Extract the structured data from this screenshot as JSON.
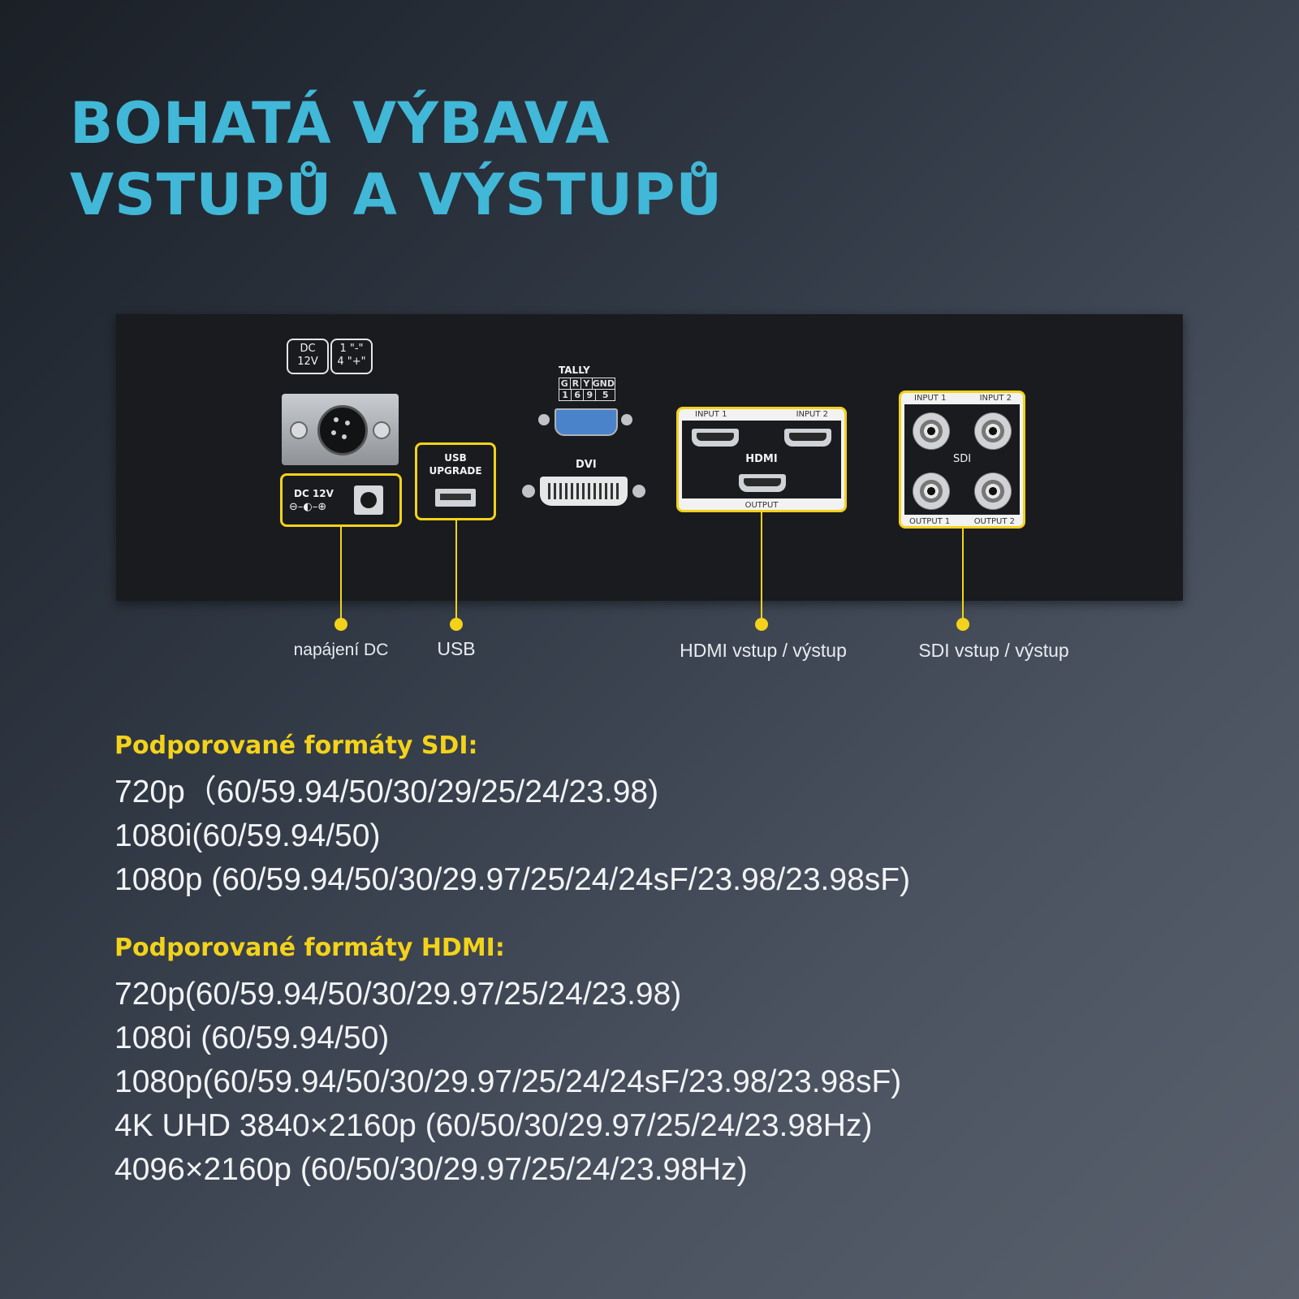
{
  "headline": {
    "line1": "BOHATÁ VÝBAVA",
    "line2": "VSTUPŮ A VÝSTUPŮ"
  },
  "colors": {
    "headline": "#41b8d8",
    "accent": "#f3d21a",
    "panel": "#191b1f"
  },
  "panel": {
    "dc_label": {
      "line1": "DC",
      "line2": "12V"
    },
    "pin_label": {
      "line1": "1 \"-\"",
      "line2": "4 \"+\""
    },
    "dc_jack_label": "DC 12V",
    "dc_polarity": "⊖–◐–⊕",
    "usb_label": {
      "line1": "USB",
      "line2": "UPGRADE"
    },
    "tally_label": "TALLY",
    "tally_pins": {
      "header": [
        "G",
        "R",
        "Y",
        "GND"
      ],
      "numbers": [
        "1",
        "6",
        "9",
        "5"
      ]
    },
    "dvi_label": "DVI",
    "hdmi": {
      "input1": "INPUT 1",
      "input2": "INPUT 2",
      "center": "HDMI",
      "output": "OUTPUT"
    },
    "sdi": {
      "input1": "INPUT 1",
      "input2": "INPUT 2",
      "center": "SDI",
      "output1": "OUTPUT 1",
      "output2": "OUTPUT 2"
    }
  },
  "callouts": [
    "napájení DC",
    "USB",
    "HDMI vstup / výstup",
    "SDI vstup / výstup"
  ],
  "sdi_formats": {
    "heading": "Podporované formáty SDI:",
    "lines": [
      "720p（60/59.94/50/30/29/25/24/23.98)",
      "1080i(60/59.94/50)",
      "1080p (60/59.94/50/30/29.97/25/24/24sF/23.98/23.98sF)"
    ]
  },
  "hdmi_formats": {
    "heading": "Podporované formáty HDMI:",
    "lines": [
      "720p(60/59.94/50/30/29.97/25/24/23.98)",
      "1080i (60/59.94/50)",
      "1080p(60/59.94/50/30/29.97/25/24/24sF/23.98/23.98sF)",
      "4K UHD 3840×2160p (60/50/30/29.97/25/24/23.98Hz)",
      "4096×2160p (60/50/30/29.97/25/24/23.98Hz)"
    ]
  }
}
